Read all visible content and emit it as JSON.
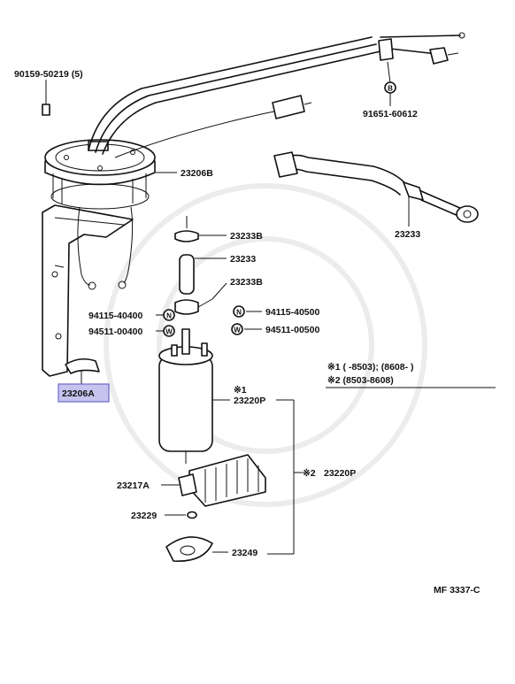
{
  "parts": {
    "bolt": "90159-50219 (5)",
    "connector_b": "91651-60612",
    "gasket": "23206B",
    "hose": "23233",
    "bracket": "23206A",
    "clamp_upper": "23233B",
    "pipe": "23233",
    "clamp_lower": "23233B",
    "nut_left": "94115-40400",
    "nut_right": "94115-40500",
    "washer_left": "94511-00400",
    "washer_right": "94511-00500",
    "pump": "23220P",
    "filter": "23220P",
    "cushion": "23217A",
    "ring": "23229",
    "plate": "23249"
  },
  "markers": {
    "b": "B",
    "n1": "N",
    "n2": "N",
    "w1": "W",
    "w2": "W",
    "note1": "※1",
    "note2": "※2"
  },
  "notes": {
    "line1": "※1 (      -8503); (8608-          )",
    "line2": "※2 (8503-8608)"
  },
  "highlight_color": "#c6c4ee",
  "footer": "MF  3337-C"
}
